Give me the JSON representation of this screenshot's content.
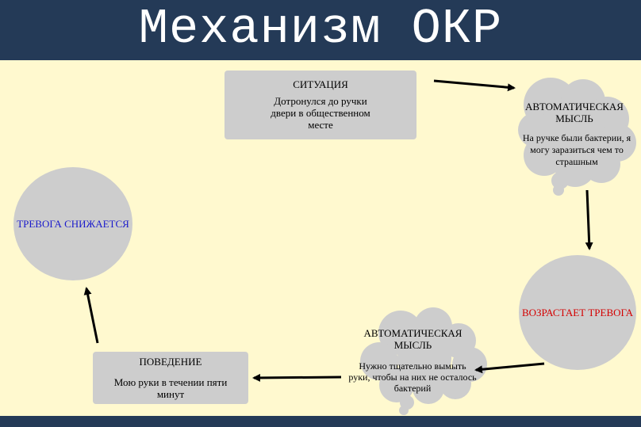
{
  "title": "Механизм ОКР",
  "colors": {
    "header": "#243a57",
    "background": "#fff9cf",
    "node": "#cdcdcd",
    "blue_text": "#1a1acc",
    "red_text": "#d40000"
  },
  "situation": {
    "heading": "СИТУАЦИЯ",
    "text": "Дотронулся до ручки двери в общественном месте"
  },
  "thought1": {
    "heading": "АВТОМАТИЧЕСКАЯ МЫСЛЬ",
    "text": "На ручке были бактерии, я могу заразиться чем то страшным"
  },
  "anxiety_up": {
    "text": "ВОЗРАСТАЕТ ТРЕВОГА"
  },
  "thought2": {
    "heading": "АВТОМАТИЧЕСКАЯ МЫСЛЬ",
    "text": "Нужно тщательно вымыть руки, чтобы на них не осталось бактерий"
  },
  "behavior": {
    "heading": "ПОВЕДЕНИЕ",
    "text": "Мою руки в течении пяти минут"
  },
  "anxiety_down": {
    "text": "ТРЕВОГА СНИЖАЕТСЯ"
  }
}
